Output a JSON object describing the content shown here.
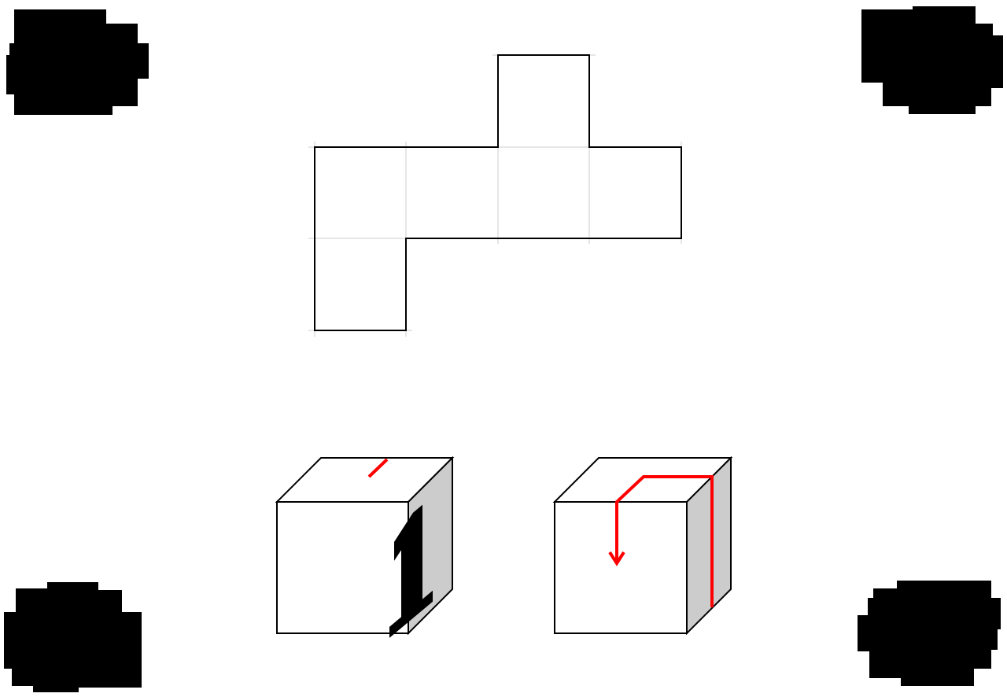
{
  "figure": {
    "net": {
      "description_faces": 6
    },
    "cubes": [
      {
        "front_label": "",
        "side_label": "1",
        "mark": "short-red-line-top"
      },
      {
        "front_label": "",
        "side_label": "",
        "mark": "red-path-arrow"
      }
    ],
    "colors": {
      "ink": "#000000",
      "mark": "#ff0000",
      "shade": "#cccccc",
      "grid": "#cccccc",
      "background": "#ffffff"
    }
  }
}
